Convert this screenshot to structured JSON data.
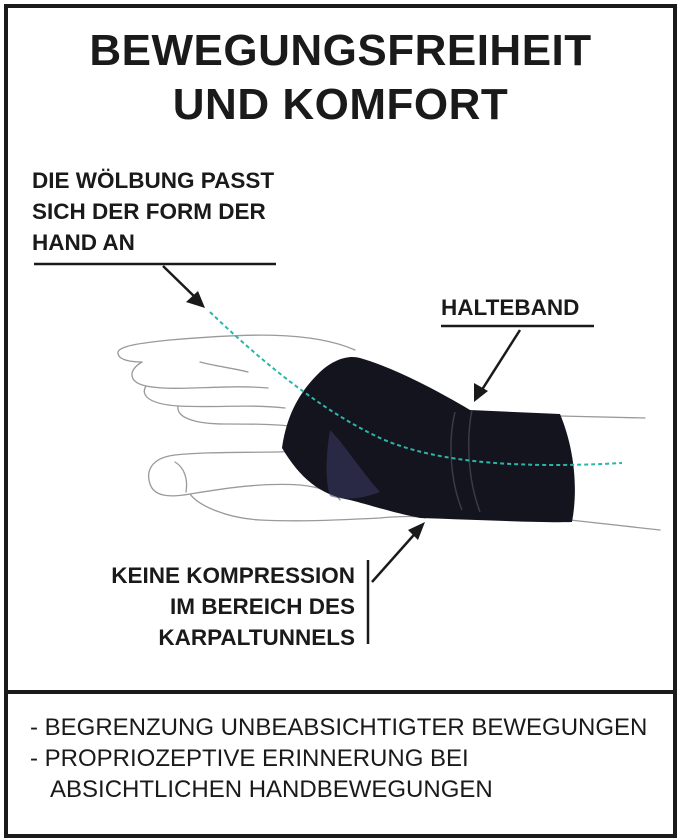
{
  "title": {
    "line1": "BEWEGUNGSFREIHEIT",
    "line2": "UND KOMFORT"
  },
  "callouts": {
    "curve": [
      "DIE WÖLBUNG PASST",
      "SICH DER FORM DER",
      "HAND AN"
    ],
    "strap": "HALTEBAND",
    "carpal": [
      "KEINE KOMPRESSION",
      "IM BEREICH DES",
      "KARPALTUNNELS"
    ]
  },
  "benefits": [
    "- BEGRENZUNG UNBEABSICHTIGTER BEWEGUNGEN",
    "- PROPRIOZEPTIVE ERINNERUNG BEI",
    "ABSICHTLICHEN HANDBEWEGUNGEN"
  ],
  "colors": {
    "ink": "#1a1a1a",
    "brace": "#14141e",
    "curve_line": "#2bb5a8",
    "hand_outline": "#9a9a9a"
  },
  "icons": [
    "hand-outline-illustration",
    "wrist-brace-illustration",
    "arrow-icon"
  ]
}
